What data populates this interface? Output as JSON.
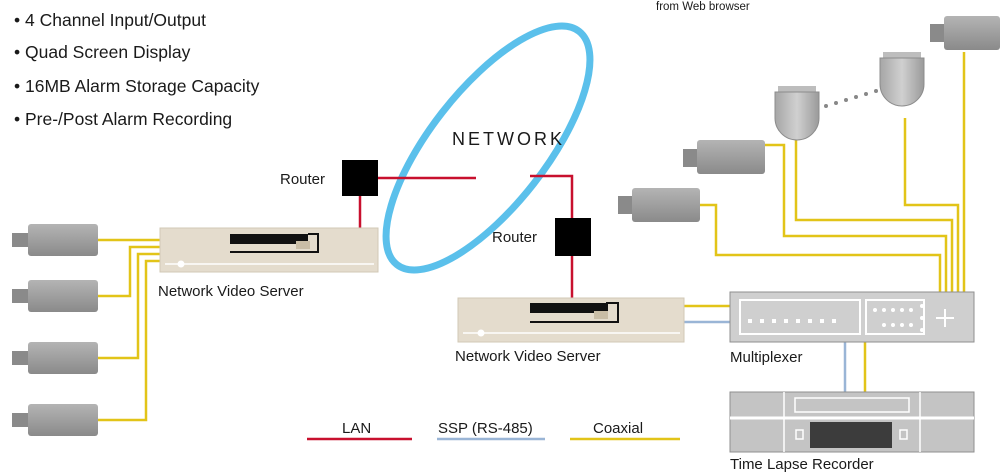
{
  "features": [
    "4 Channel Input/Output",
    "Quad Screen Display",
    "16MB Alarm Storage Capacity",
    "Pre-/Post Alarm Recording"
  ],
  "top_partial_text": "from Web browser",
  "network_label": "NETWORK",
  "router_label": "Router",
  "video_server_label": "Network Video Server",
  "multiplexer_label": "Multiplexer",
  "recorder_label": "Time Lapse Recorder",
  "legend": {
    "lan": "LAN",
    "ssp": "SSP (RS-485)",
    "coaxial": "Coaxial"
  },
  "colors": {
    "lan": "#c8102e",
    "ssp": "#9ab5d6",
    "coaxial": "#e2c418",
    "network_ring": "#5bc0eb",
    "device_beige": "#e4dccd",
    "camera_gray": "#9a9a9a",
    "multiplexer_gray": "#c8c8c8"
  }
}
